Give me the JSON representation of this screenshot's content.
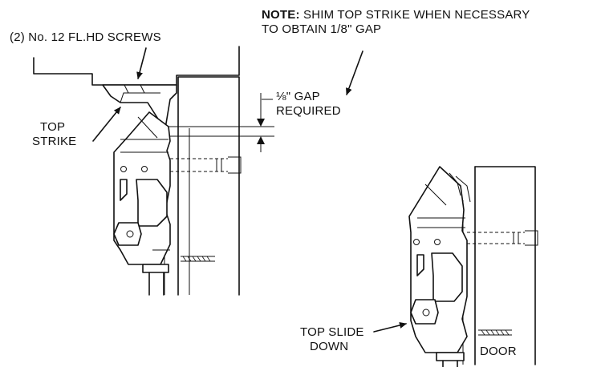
{
  "labels": {
    "screws": "(2) No. 12 FL.HD SCREWS",
    "note_bold": "NOTE:",
    "note_line1_rest": " SHIM TOP STRIKE WHEN NECESSARY",
    "note_line2": "TO OBTAIN 1/8\" GAP",
    "gap_line1": "⅛\" GAP",
    "gap_line2": "REQUIRED",
    "top_strike_line1": "TOP",
    "top_strike_line2": "STRIKE",
    "top_slide_line1": "TOP SLIDE",
    "top_slide_line2": "DOWN",
    "door": "DOOR"
  }
}
